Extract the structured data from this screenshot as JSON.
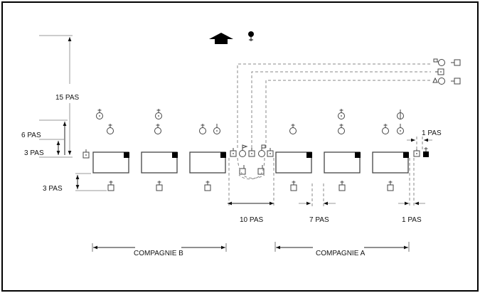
{
  "diagram": {
    "title": "",
    "labels": {
      "dist_15": "15 PAS",
      "dist_6": "6 PAS",
      "dist_3_top": "3 PAS",
      "dist_3_bottom": "3 PAS",
      "dist_10": "10 PAS",
      "dist_7": "7 PAS",
      "dist_1_bottom": "1 PAS",
      "dist_1_top": "1 PAS",
      "company_b": "COMPAGNIE B",
      "company_a": "COMPAGNIE A"
    },
    "icons": {
      "direction": "arrow-up-icon",
      "commander": "female-symbol-icon"
    },
    "companies": [
      {
        "name": "COMPAGNIE B",
        "platoons": 3
      },
      {
        "name": "COMPAGNIE A",
        "platoons": 3
      }
    ],
    "colors": {
      "ink": "#000000",
      "dimension": "#999999",
      "dashed": "#888888"
    }
  }
}
